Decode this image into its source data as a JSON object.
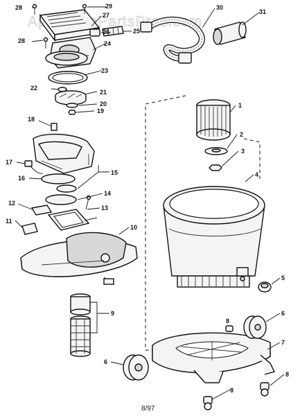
{
  "watermark": "AppliancePartsPros.com",
  "date_code": "8/97",
  "callouts": {
    "c1": "1",
    "c2": "2",
    "c3": "3",
    "c4": "4",
    "c5": "5",
    "c6a": "6",
    "c6b": "6",
    "c7": "7",
    "c8a": "8",
    "c8b": "8",
    "c8c": "8",
    "c9": "9",
    "c10": "10",
    "c11": "11",
    "c12": "12",
    "c13": "13",
    "c14": "14",
    "c15": "15",
    "c16": "16",
    "c17": "17",
    "c18": "18",
    "c19": "19",
    "c20": "20",
    "c21": "21",
    "c22": "22",
    "c23": "23",
    "c24": "24",
    "c25": "25",
    "c26": "26",
    "c27": "27",
    "c28a": "28",
    "c28b": "28",
    "c29": "29",
    "c30": "30",
    "c31": "31"
  }
}
